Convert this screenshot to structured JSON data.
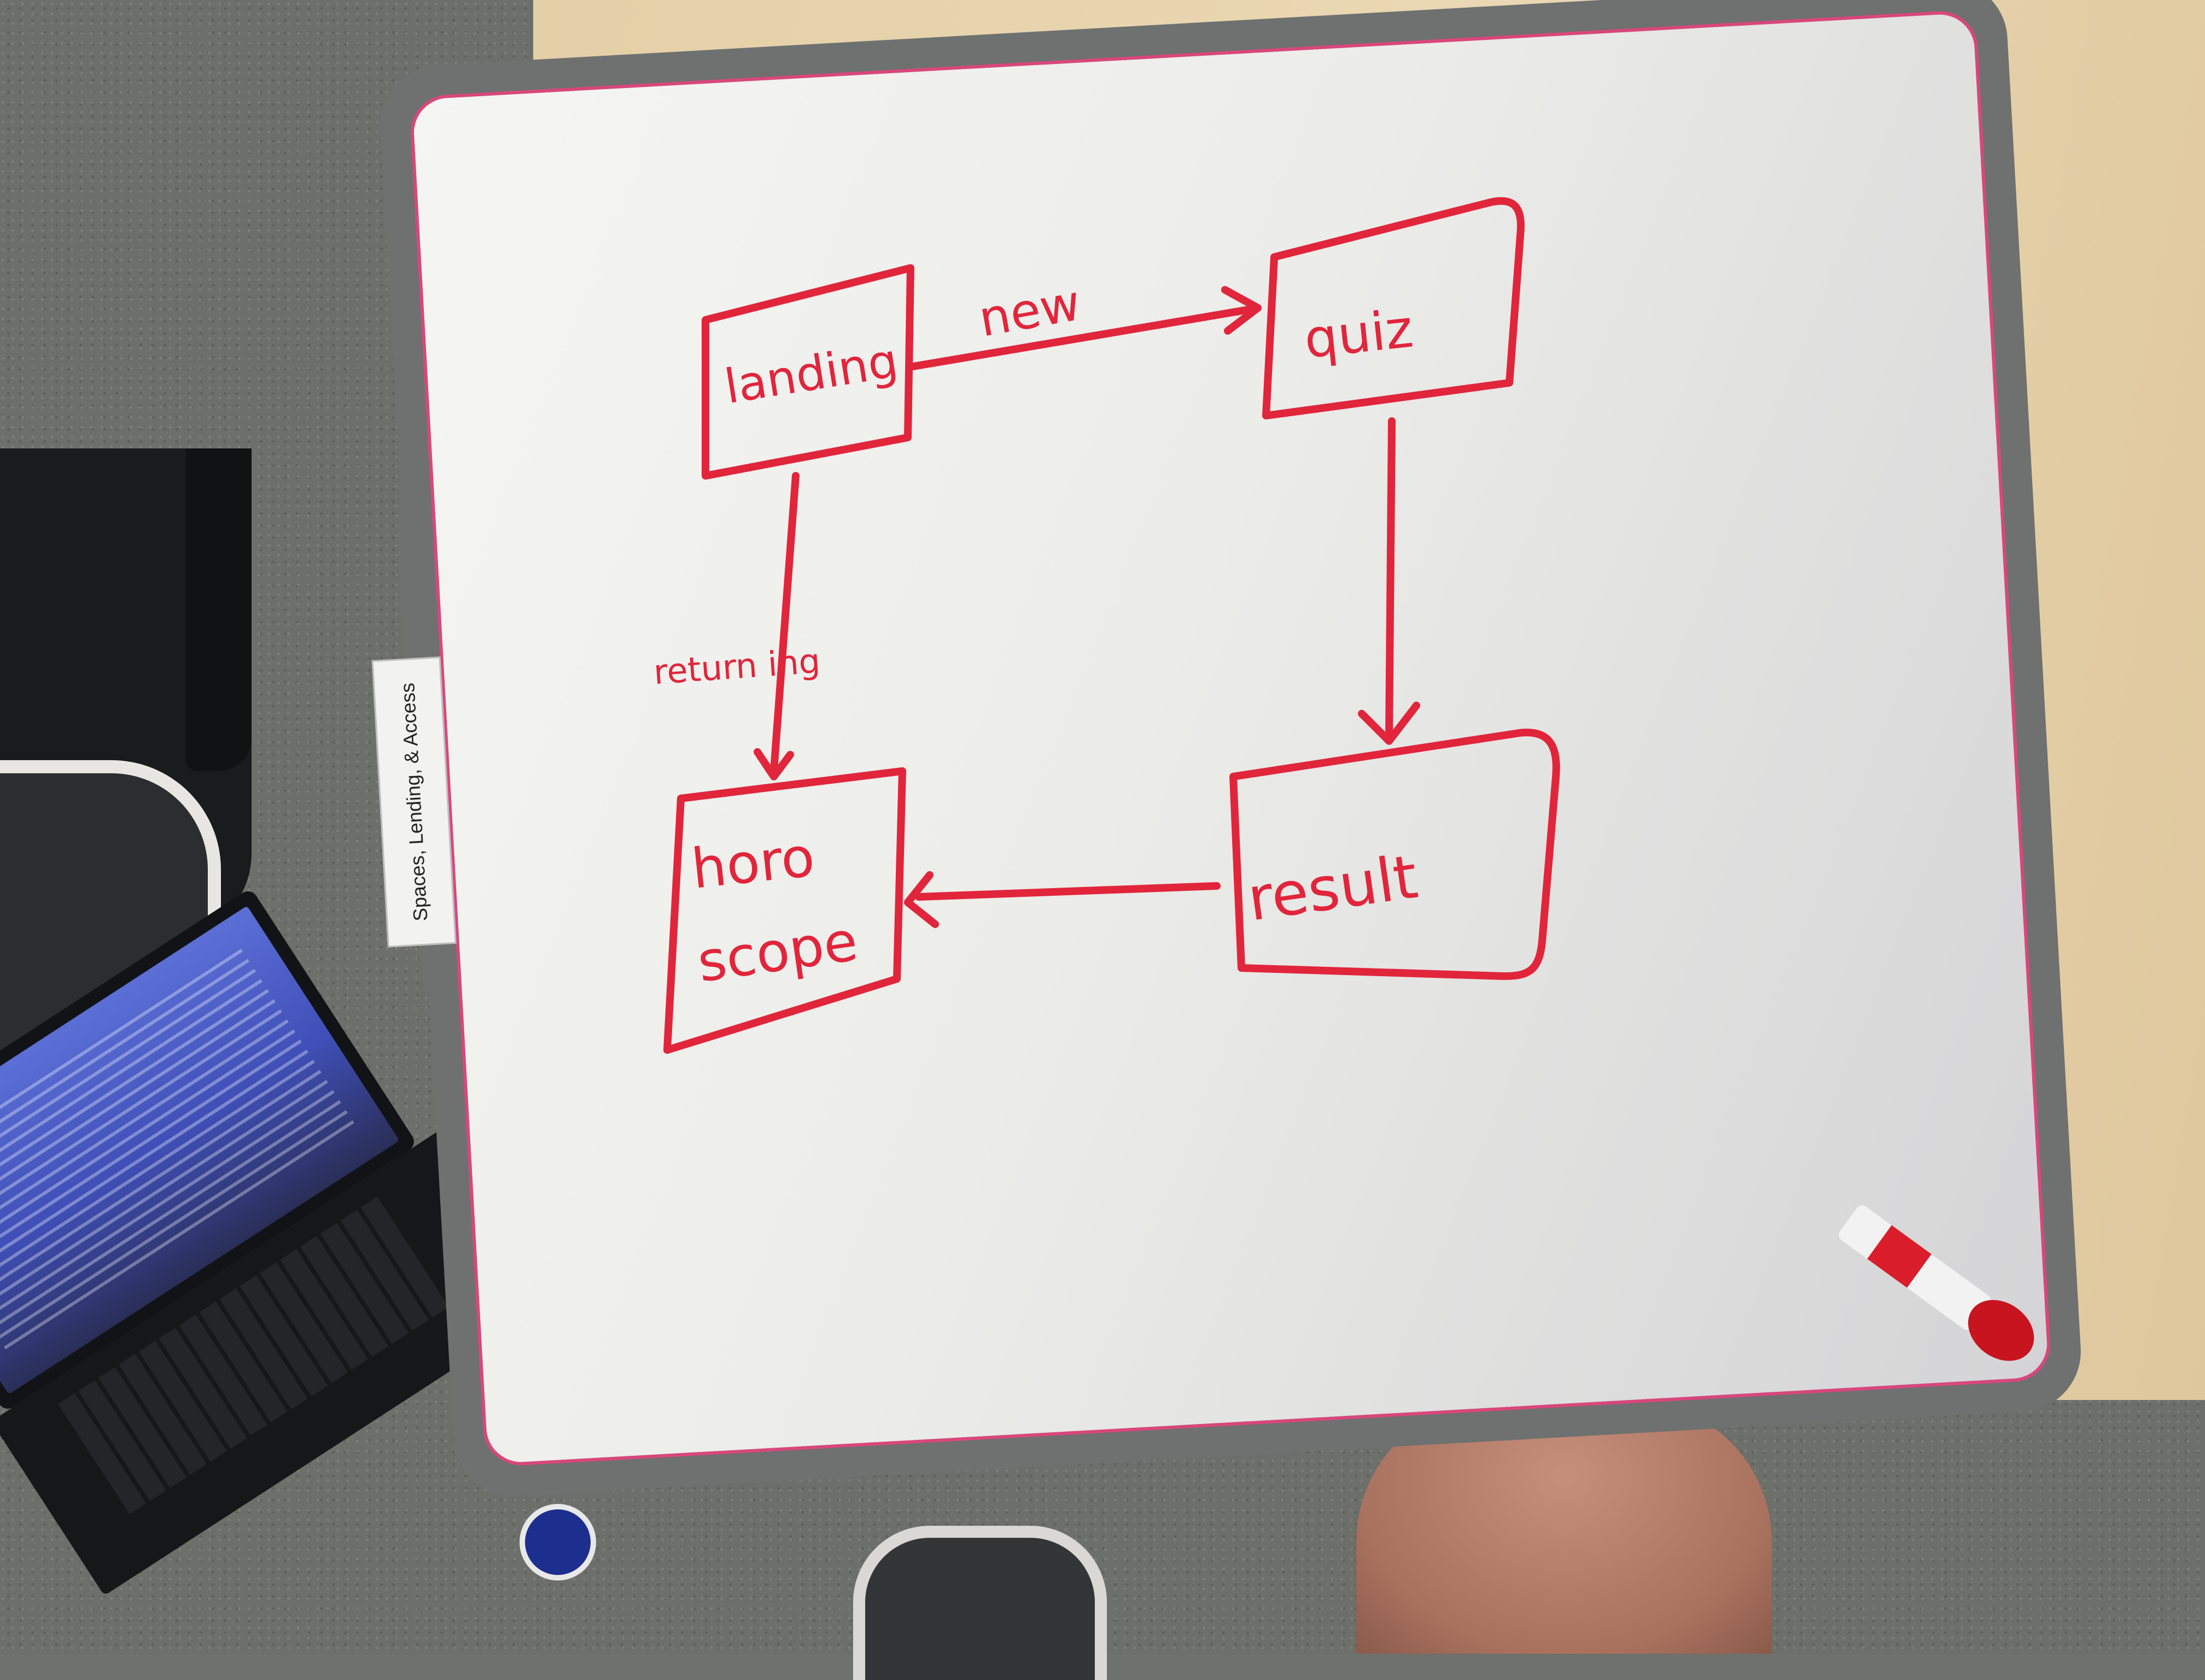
{
  "board": {
    "label": "Spaces, Lending, & Access"
  },
  "diagram": {
    "nodes": [
      {
        "id": "landing",
        "label": "landing"
      },
      {
        "id": "quiz",
        "label": "quiz"
      },
      {
        "id": "horoscope",
        "label_line1": "horo",
        "label_line2": "scope"
      },
      {
        "id": "result",
        "label": "result"
      }
    ],
    "edges": [
      {
        "from": "landing",
        "to": "quiz",
        "label": "new"
      },
      {
        "from": "landing",
        "to": "horoscope",
        "label": "return ing"
      },
      {
        "from": "quiz",
        "to": "result",
        "label": ""
      },
      {
        "from": "result",
        "to": "horoscope",
        "label": ""
      }
    ]
  },
  "colors": {
    "ink": "#e1253b",
    "board_frame": "#6e716f",
    "desk": "#e4cfa7"
  }
}
